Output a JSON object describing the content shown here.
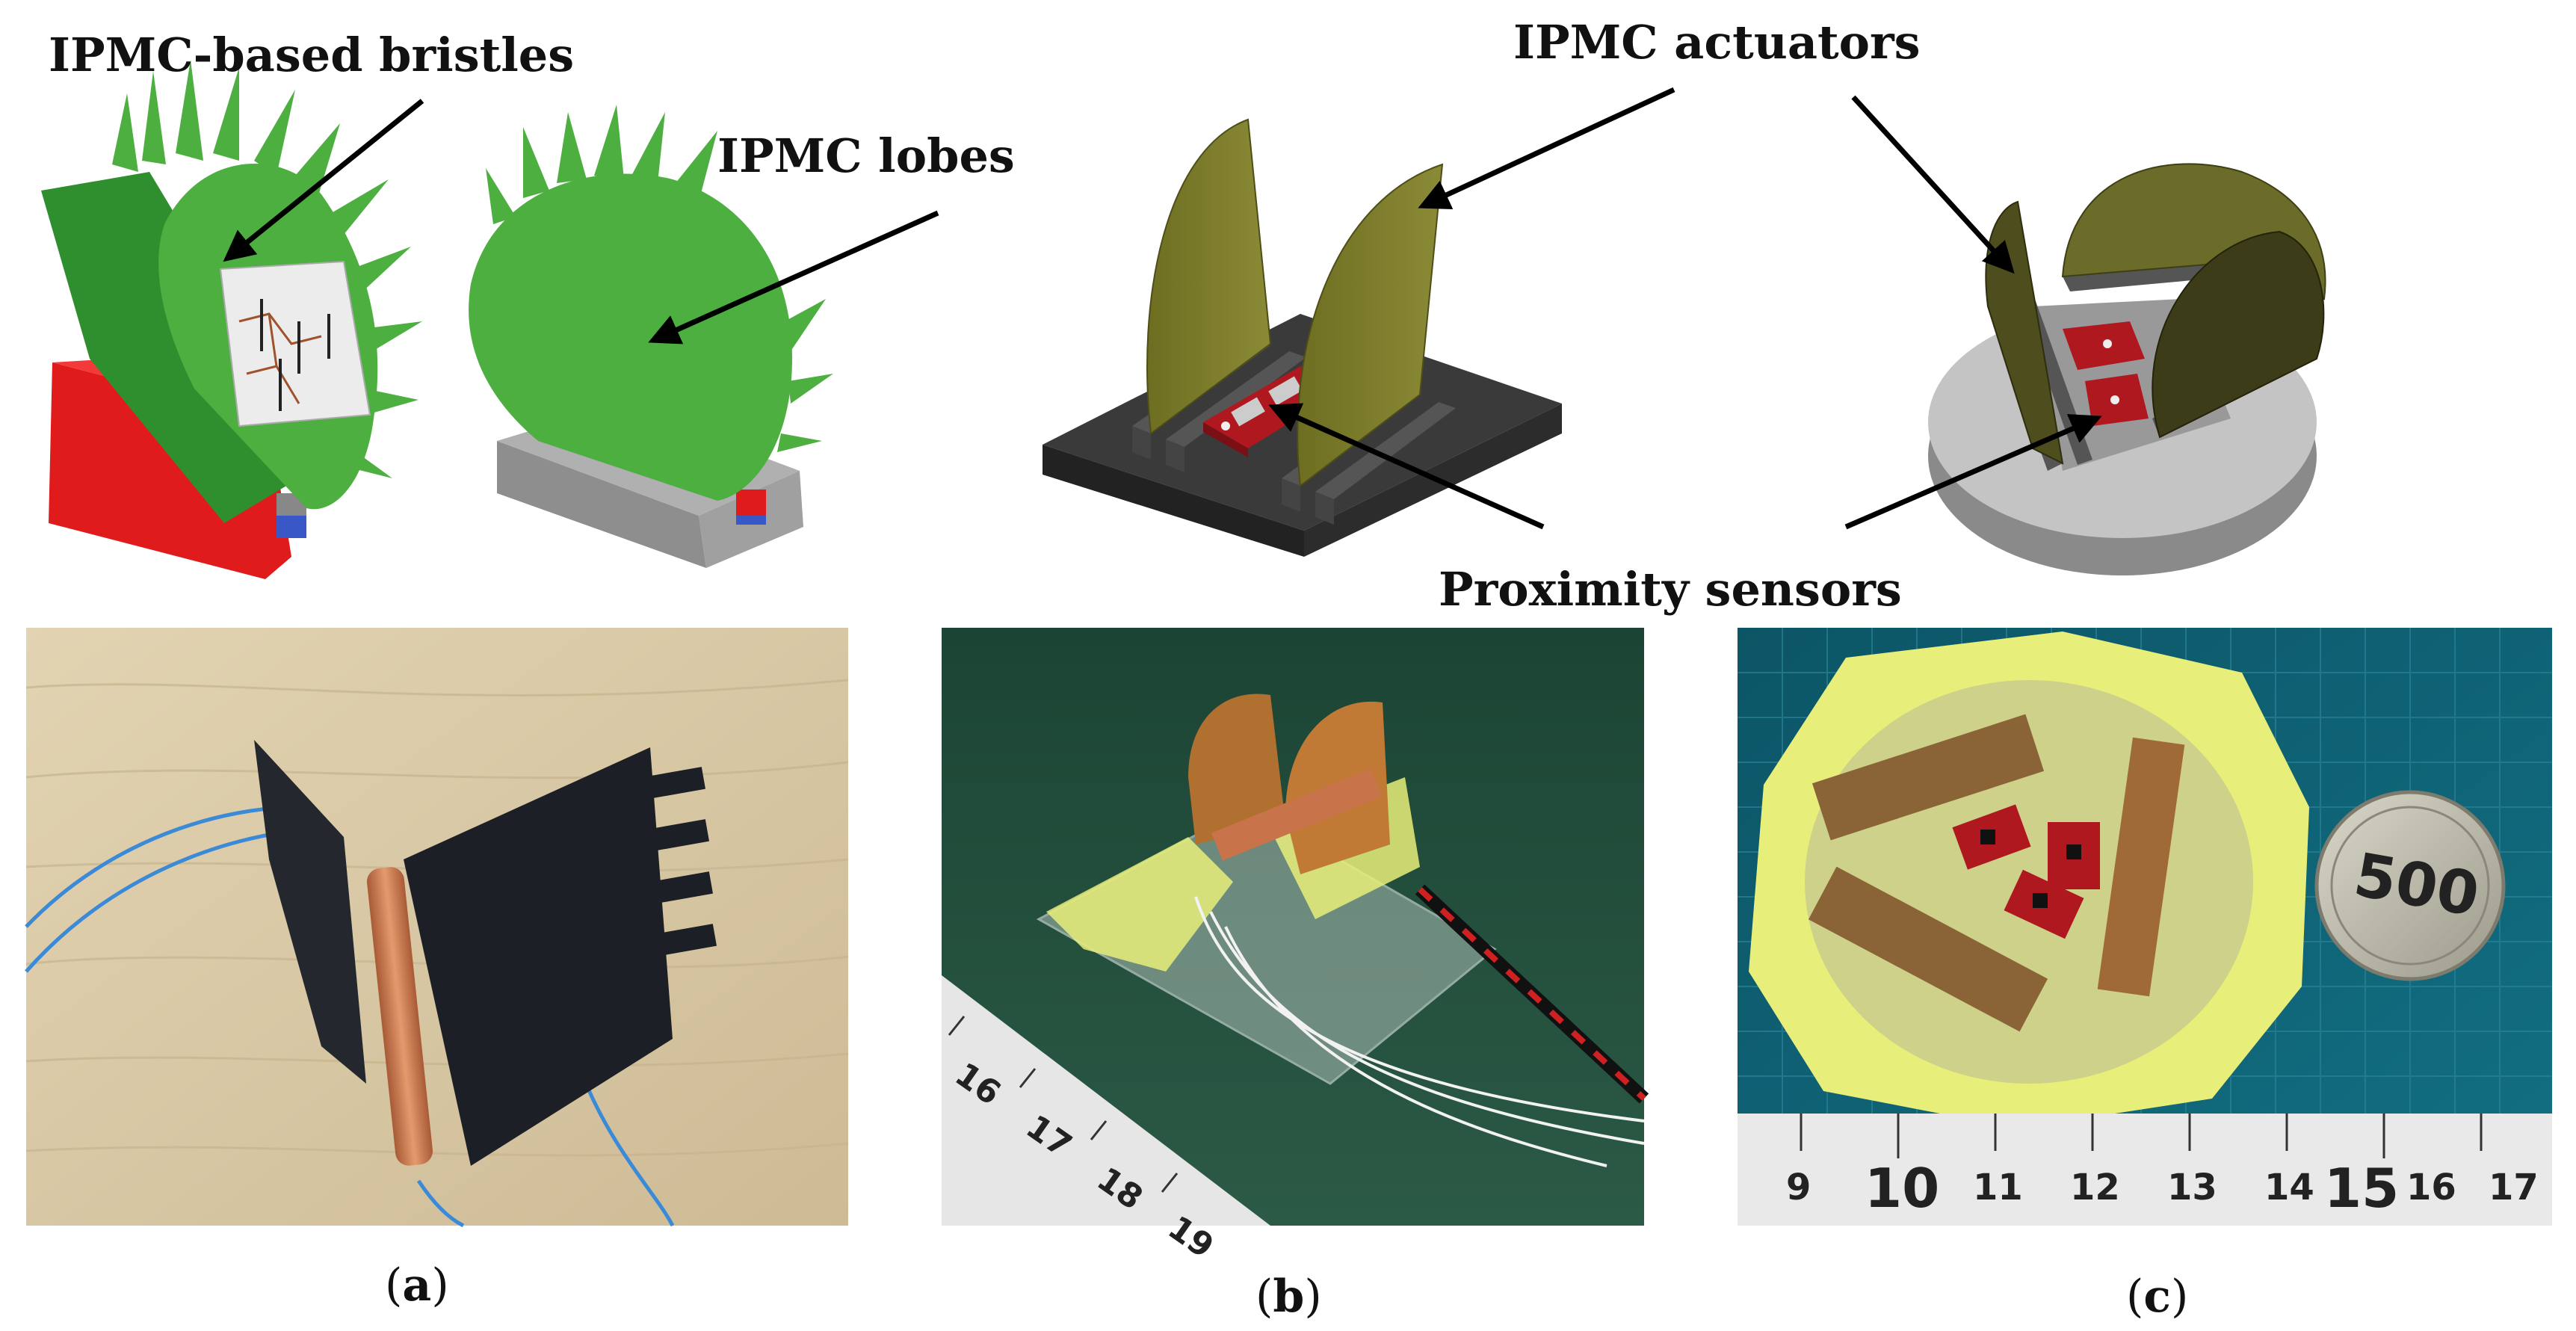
{
  "labels": {
    "bristles": "IPMC-based bristles",
    "lobes": "IPMC lobes",
    "actuators": "IPMC actuators",
    "sensors": "Proximity sensors"
  },
  "captions": {
    "a_open": "(",
    "a_letter": "a",
    "a_close": ")",
    "b_open": "(",
    "b_letter": "b",
    "b_close": ")",
    "c_open": "(",
    "c_letter": "c",
    "c_close": ")"
  },
  "ruler_b": [
    "16",
    "17",
    "18",
    "19"
  ],
  "ruler_c": [
    "9",
    "10",
    "11",
    "12",
    "13",
    "14",
    "15",
    "16",
    "17"
  ],
  "coin": {
    "value": "500"
  },
  "colors": {
    "ipmc_green": "#4caf3f",
    "actuator_olive": "#7a7a2a",
    "base_dark": "#2f2f2f",
    "base_red": "#e01b1b",
    "sensor_red": "#b01820",
    "tape_yellow": "#e8ee7a",
    "board_green": "#1f4a3a",
    "cutting_mat": "#0e5a6a",
    "desk_wood": "#d9c9a8",
    "copper": "#c9734a"
  }
}
